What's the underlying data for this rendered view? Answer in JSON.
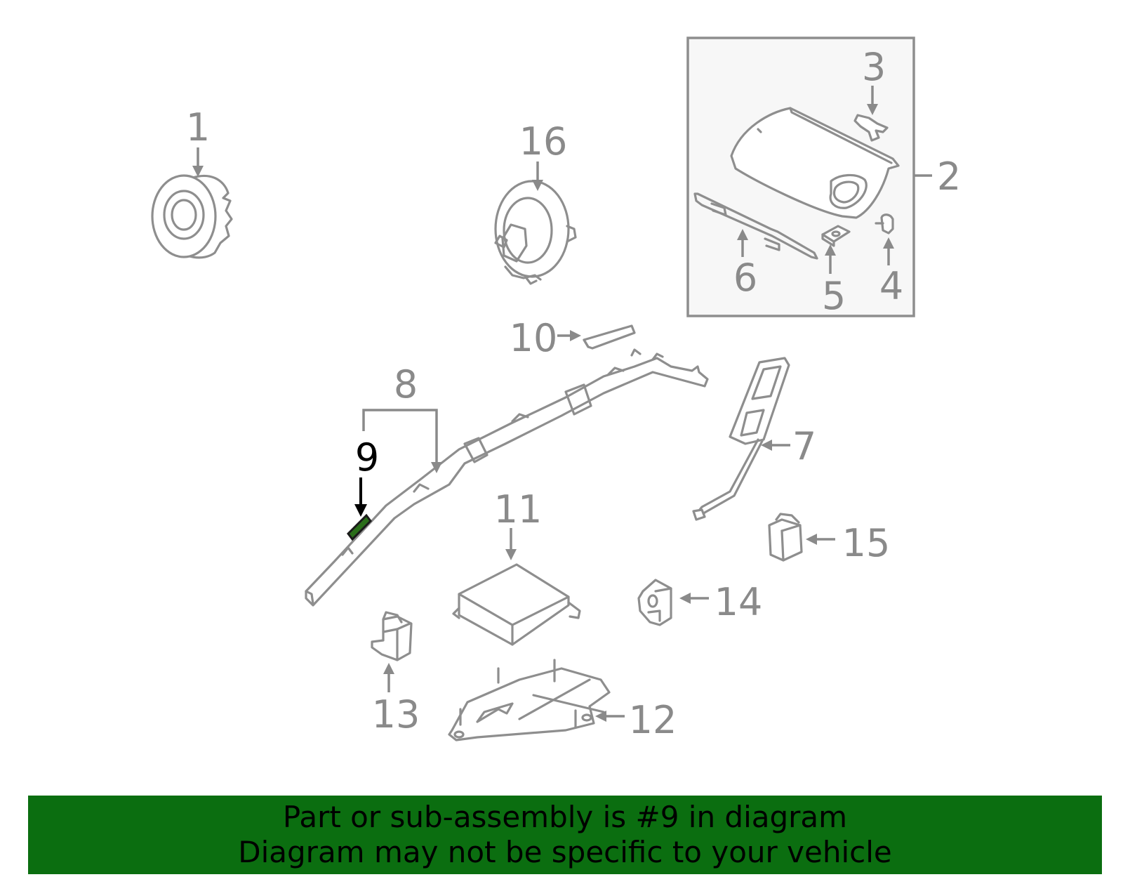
{
  "colors": {
    "banner_background": "#0b6e10",
    "highlight_part": "#2a6e1a",
    "line_gray": "#8e8e8e",
    "inset_box_fill": "#f7f7f7"
  },
  "callouts": {
    "c1": "1",
    "c2": "2",
    "c3": "3",
    "c4": "4",
    "c5": "5",
    "c6": "6",
    "c7": "7",
    "c8": "8",
    "c9": "9",
    "c10": "10",
    "c11": "11",
    "c12": "12",
    "c13": "13",
    "c14": "14",
    "c15": "15",
    "c16": "16"
  },
  "highlighted_callout": "9",
  "banner": {
    "line1": "Part or sub-assembly is #9 in diagram",
    "line2": "Diagram may not be specific to your vehicle"
  }
}
